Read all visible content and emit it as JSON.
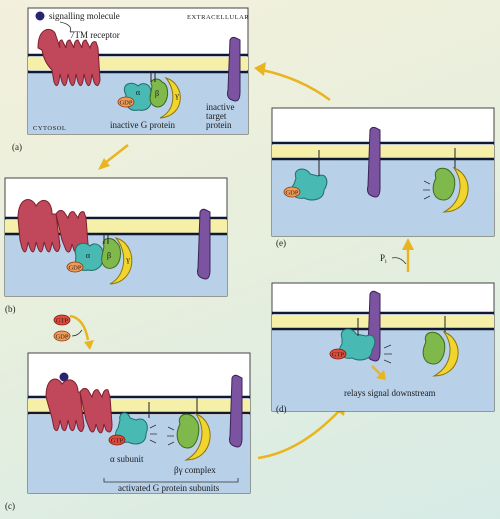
{
  "panels": {
    "a": {
      "letter": "(a)",
      "signalling_molecule": "signalling molecule",
      "receptor": "7TM receptor",
      "extracellular": "EXTRACELLULAR",
      "cytosol": "CYTOSOL",
      "inactive_g_protein": "inactive G protein",
      "inactive_target_line1": "inactive",
      "inactive_target_line2": "target",
      "inactive_target_line3": "protein",
      "alpha": "α",
      "beta": "β",
      "gamma": "γ",
      "gdp": "GDP"
    },
    "b": {
      "letter": "(b)",
      "gdp": "GDP",
      "alpha": "α",
      "beta": "β",
      "gamma": "γ"
    },
    "between_bc": {
      "gtp": "GTP",
      "gdp": "GDP"
    },
    "c": {
      "letter": "(c)",
      "gtp": "GTP",
      "alpha_subunit": "α subunit",
      "by_complex": "βγ complex",
      "activated": "activated G protein subunits"
    },
    "d": {
      "letter": "(d)",
      "gtp": "GTP",
      "relays": "relays signal downstream"
    },
    "between_de": {
      "pi": "P"
    },
    "e": {
      "letter": "(e)",
      "gdp": "GDP"
    }
  },
  "colors": {
    "membrane_yellow": "#f5efa8",
    "membrane_line": "#0e1a33",
    "cytosol_blue": "#b8d0e8",
    "receptor_red": "#c0485a",
    "alpha_teal": "#49b9b4",
    "beta_green": "#7fb84b",
    "gamma_yellow": "#f1d52c",
    "target_purple": "#7c53a0",
    "arrow_gold": "#e8b520",
    "gtp_red": "#e34a3a",
    "gdp_orange": "#f19b57"
  }
}
